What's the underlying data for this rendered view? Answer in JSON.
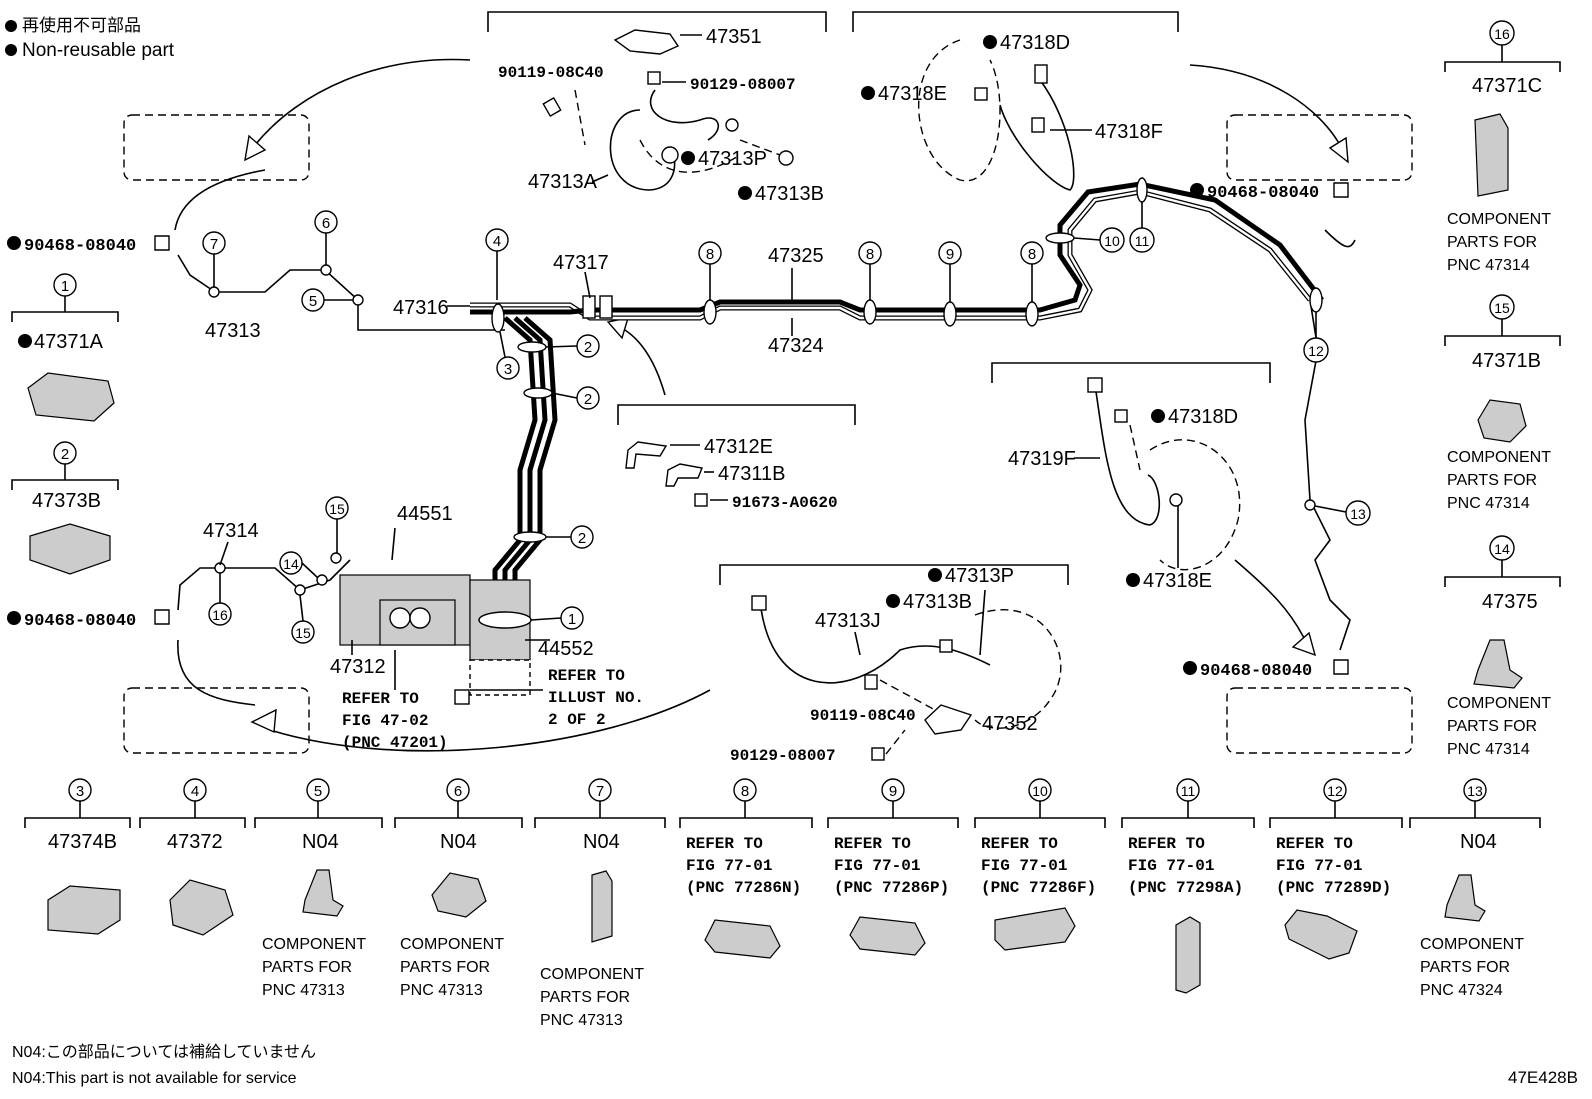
{
  "legend": {
    "jp": "再使用不可部品",
    "en": "Non-reusable part"
  },
  "footnote": {
    "jp": "N04:この部品については補給していません",
    "en": "N04:This part is not available for service"
  },
  "figure_id": "47E428B",
  "callouts": {
    "p47351": "47351",
    "p90119a": "90119-08C40",
    "p90129a": "90129-08007",
    "p47313P_a": "47313P",
    "p47313B_a": "47313B",
    "p47313A": "47313A",
    "p47318D_a": "47318D",
    "p47318E_a": "47318E",
    "p47318F": "47318F",
    "p90468_a": "90468-08040",
    "p90468_b": "90468-08040",
    "p90468_c": "90468-08040",
    "p90468_d": "90468-08040",
    "p47313": "47313",
    "p47316": "47316",
    "p47317": "47317",
    "p47325": "47325",
    "p47324": "47324",
    "p47312E": "47312E",
    "p47311B": "47311B",
    "p91673": "91673-A0620",
    "p47319F": "47319F",
    "p47318D_b": "47318D",
    "p47318E_b": "47318E",
    "p47314": "47314",
    "p44551": "44551",
    "p44552": "44552",
    "p47312": "47312",
    "p47313P_b": "47313P",
    "p47313B_b": "47313B",
    "p47313J": "47313J",
    "p90119b": "90119-08C40",
    "p90129b": "90129-08007",
    "p47352": "47352"
  },
  "notes": {
    "refer_fig_47_02": [
      "REFER TO",
      "FIG 47-02",
      "(PNC 47201)"
    ],
    "refer_illust": [
      "REFER TO",
      "ILLUST NO.",
      "2 OF 2"
    ]
  },
  "side_parts": [
    {
      "num": "1",
      "part": "47371A",
      "nonreusable": true
    },
    {
      "num": "2",
      "part": "47373B",
      "nonreusable": false
    }
  ],
  "right_parts": [
    {
      "num": "16",
      "part": "47371C",
      "comp": [
        "COMPONENT",
        "PARTS FOR",
        "PNC 47314"
      ]
    },
    {
      "num": "15",
      "part": "47371B",
      "comp": [
        "COMPONENT",
        "PARTS FOR",
        "PNC 47314"
      ]
    },
    {
      "num": "14",
      "part": "47375",
      "comp": [
        "COMPONENT",
        "PARTS FOR",
        "PNC 47314"
      ]
    }
  ],
  "bottom_parts": [
    {
      "num": "3",
      "part": "47374B",
      "comp": []
    },
    {
      "num": "4",
      "part": "47372",
      "comp": []
    },
    {
      "num": "5",
      "part": "N04",
      "comp": [
        "COMPONENT",
        "PARTS FOR",
        "PNC 47313"
      ]
    },
    {
      "num": "6",
      "part": "N04",
      "comp": [
        "COMPONENT",
        "PARTS FOR",
        "PNC 47313"
      ]
    },
    {
      "num": "7",
      "part": "N04",
      "comp": [
        "COMPONENT",
        "PARTS FOR",
        "PNC 47313"
      ]
    },
    {
      "num": "8",
      "refer": [
        "REFER TO",
        "FIG 77-01",
        "(PNC 77286N)"
      ]
    },
    {
      "num": "9",
      "refer": [
        "REFER TO",
        "FIG 77-01",
        "(PNC 77286P)"
      ]
    },
    {
      "num": "10",
      "refer": [
        "REFER TO",
        "FIG 77-01",
        "(PNC 77286F)"
      ]
    },
    {
      "num": "11",
      "refer": [
        "REFER TO",
        "FIG 77-01",
        "(PNC 77298A)"
      ]
    },
    {
      "num": "12",
      "refer": [
        "REFER TO",
        "FIG 77-01",
        "(PNC 77289D)"
      ]
    },
    {
      "num": "13",
      "part": "N04",
      "comp": [
        "COMPONENT",
        "PARTS FOR",
        "PNC 47324"
      ]
    }
  ],
  "clamp_numbers": [
    "1",
    "2",
    "3",
    "4",
    "5",
    "6",
    "7",
    "8",
    "9",
    "10",
    "11",
    "12",
    "13",
    "14",
    "15",
    "16"
  ]
}
